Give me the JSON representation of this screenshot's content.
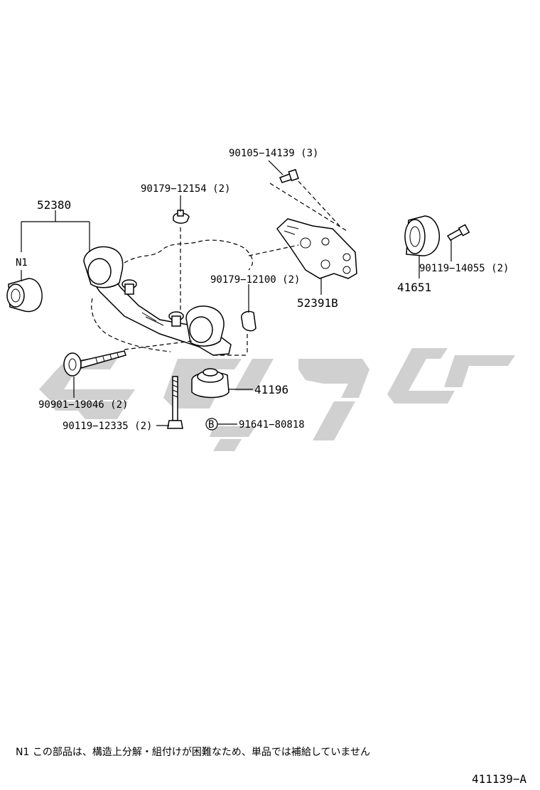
{
  "watermark": {
    "color": "#c8c8c8"
  },
  "parts": {
    "p52380": "52380",
    "pN1": "N1",
    "p90179_12154": "90179−12154 (2)",
    "p90105_14139": "90105−14139 (3)",
    "p90179_12100": "90179−12100 (2)",
    "p52391B": "52391B",
    "p41651": "41651",
    "p90119_14055": "90119−14055 (2)",
    "p41196": "41196",
    "p90901_19046": "90901−19046 (2)",
    "p90119_12335": "90119−12335 (2)",
    "p91641_80818": "91641−80818",
    "marker_B": "B"
  },
  "footer": {
    "note": "N1  この部品は、構造上分解・組付けが困難なため、単品では補給していません",
    "figure_number": "411139−A"
  }
}
